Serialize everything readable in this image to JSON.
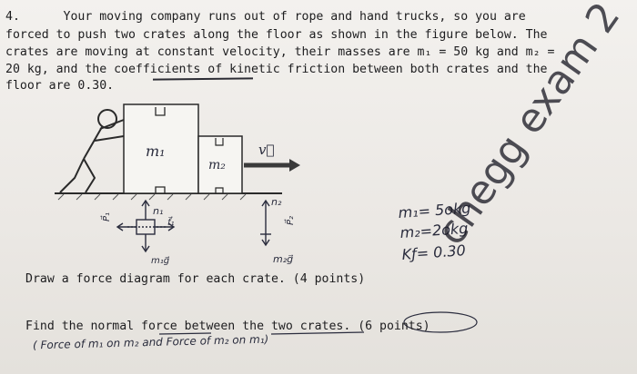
{
  "problem": {
    "number": "4.",
    "lines": [
      "Your moving company runs out of rope and hand trucks, so you are",
      "forced to push two crates along the floor as shown in the figure below. The",
      "crates are moving at constant velocity, their masses are m₁ = 50 kg and m₂ =",
      "20 kg, and the coefficients of kinetic friction between both crates and the",
      "floor are 0.30."
    ]
  },
  "figure": {
    "crate1_label": "m₁",
    "crate2_label": "m₂",
    "velocity_label": "v⃗"
  },
  "handwritten": {
    "given_m1": "m₁= 5okg",
    "given_m2": "m₂=2okg",
    "given_k": "Kƒ= 0.30",
    "fbd1_n1": "n₁",
    "fbd1_p1": "P⃗₁",
    "fbd1_f": "f⃗₁",
    "fbd1_mg": "m₁g⃗",
    "fbd2_n2": "n₂",
    "fbd2_p2": "P⃗₂",
    "fbd2_mg": "m₂g⃗",
    "note": "( Force of m₁ on m₂ and Force of m₂ on m₁)"
  },
  "prompts": {
    "draw": "Draw a force diagram for each crate. (4 points)",
    "find": "Find the normal force between the two crates. (6 points)"
  },
  "watermark": "chegg exam 2"
}
